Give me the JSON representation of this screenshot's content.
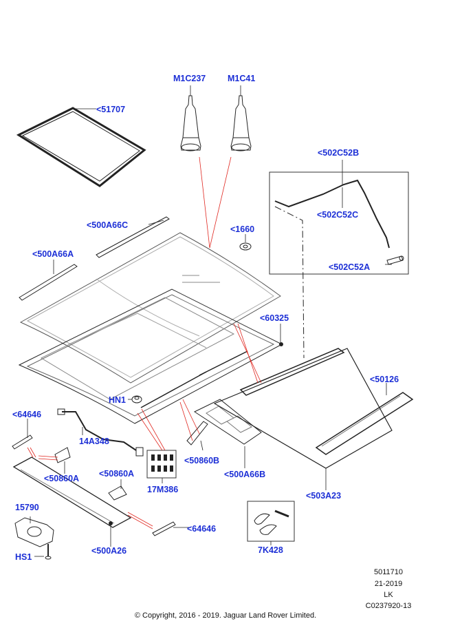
{
  "callouts": {
    "m1c237": "M1C237",
    "m1c41": "M1C41",
    "c51707": "<51707",
    "c502c52b": "<502C52B",
    "c502c52c": "<502C52C",
    "c502c52a": "<502C52A",
    "c500a66c": "<500A66C",
    "c1660": "<1660",
    "c500a66a": "<500A66A",
    "c60325": "<60325",
    "c50126": "<50126",
    "hn1": "HN1",
    "c64646_top": "<64646",
    "p14a348": "14A348",
    "c50860b": "<50860B",
    "c500a66b": "<500A66B",
    "c50860a_left": "<50860A",
    "c50860a_mid": "<50860A",
    "p17m386": "17M386",
    "c503a23": "<503A23",
    "p15790": "15790",
    "c64646_bottom": "<64646",
    "p7k428": "7K428",
    "hs1": "HS1",
    "c500a26": "<500A26"
  },
  "meta": {
    "code1": "5011710",
    "code2": "21-2019",
    "code3": "LK",
    "code4": "C0237920-13"
  },
  "copyright": "© Copyright, 2016 - 2019. Jaguar Land Rover Limited.",
  "colors": {
    "callout": "#1c2fd6",
    "leader_red": "#e0261f",
    "line": "#222222"
  }
}
